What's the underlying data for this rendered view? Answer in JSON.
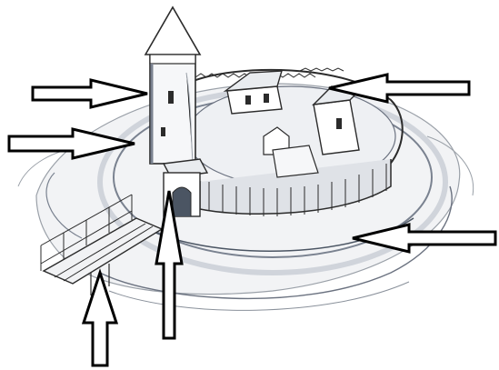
{
  "scene": {
    "subject": "castle-sketch",
    "colors": {
      "ink": "#2b2b2b",
      "shade": "#7a8290",
      "wash": "#b9c0ca",
      "paper": "#ffffff"
    }
  },
  "arrows": [
    {
      "id": "arrow-tower-upper",
      "direction": "right"
    },
    {
      "id": "arrow-tower-lower",
      "direction": "right"
    },
    {
      "id": "arrow-wall-top",
      "direction": "left"
    },
    {
      "id": "arrow-ditch",
      "direction": "left"
    },
    {
      "id": "arrow-gate",
      "direction": "up"
    },
    {
      "id": "arrow-bridge",
      "direction": "up"
    }
  ]
}
